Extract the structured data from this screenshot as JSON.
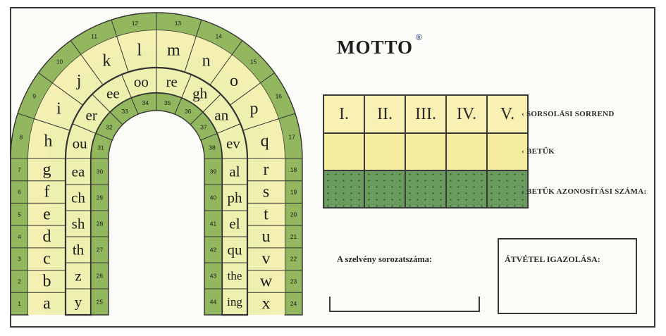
{
  "title": "MOTTO",
  "registered_mark": "®",
  "outer_numbers": [
    "1",
    "2",
    "3",
    "4",
    "5",
    "6",
    "7",
    "8",
    "9",
    "10",
    "11",
    "12",
    "13",
    "14",
    "15",
    "16",
    "17",
    "18",
    "19",
    "20",
    "21",
    "22",
    "23",
    "24"
  ],
  "inner_numbers": [
    "25",
    "26",
    "27",
    "28",
    "29",
    "30",
    "31",
    "32",
    "33",
    "34",
    "35",
    "36",
    "37",
    "38",
    "39",
    "40",
    "41",
    "42",
    "43",
    "44"
  ],
  "letters_outer": [
    "a",
    "b",
    "c",
    "d",
    "e",
    "f",
    "g",
    "h",
    "i",
    "j",
    "k",
    "l",
    "m",
    "n",
    "o",
    "p",
    "q",
    "r",
    "s",
    "t",
    "u",
    "v",
    "w",
    "x"
  ],
  "letters_inner": [
    "y",
    "z",
    "th",
    "sh",
    "ch",
    "ea",
    "ou",
    "er",
    "ee",
    "oo",
    "re",
    "gh",
    "an",
    "ev",
    "al",
    "ph",
    "el",
    "qu",
    "the",
    "ing"
  ],
  "grid": {
    "headers": [
      "I.",
      "II.",
      "III.",
      "IV.",
      "V."
    ],
    "row_labels": {
      "draw_order": "‹  SORSOLÁSI SORREND",
      "letters": "‹  BETŰK",
      "letter_ids": "‹  BETŰK AZONOSÍTÁSI SZÁMA:"
    }
  },
  "serial": {
    "label": "A szelvény sorozatszáma:"
  },
  "receipt": {
    "label": "ÁTVÉTEL IGAZOLÁSA:"
  },
  "colors": {
    "outer_band": "#c9da93",
    "numbers_band": "#93b75f",
    "letter_band": "#f3f0b2",
    "inner_letter_band": "#eef0b0",
    "lines": "#333333"
  }
}
